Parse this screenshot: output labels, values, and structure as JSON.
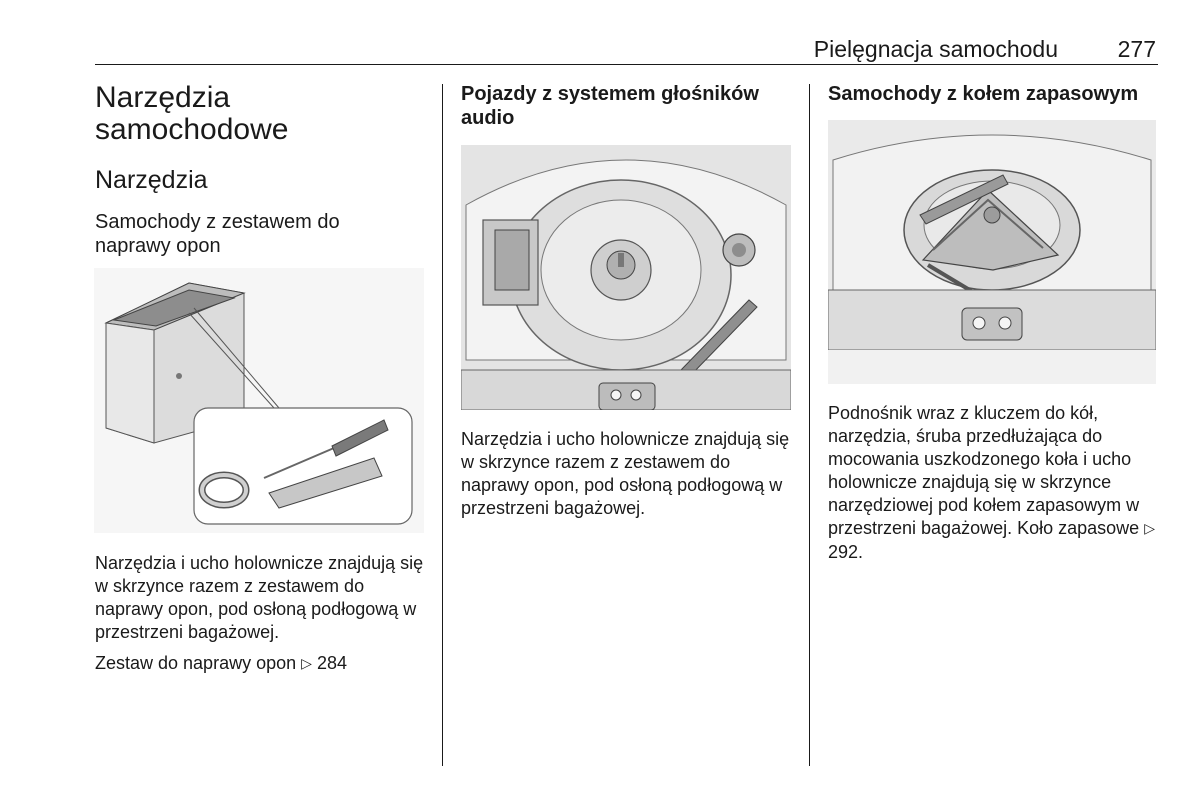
{
  "header": {
    "section_title": "Pielęgnacja samochodu",
    "page_number": "277"
  },
  "col1": {
    "title": "Narzędzia samochodowe",
    "subtitle": "Narzędzia",
    "subsection": "Samochody z zestawem do naprawy opon",
    "body": "Narzędzia i ucho holownicze znajdują się w skrzynce razem z zestawem do naprawy opon, pod osłoną podłogową w przestrzeni bagażowej.",
    "ref_text": "Zestaw do naprawy opon",
    "ref_page": "284"
  },
  "col2": {
    "heading": "Pojazdy z systemem głośników audio",
    "body": "Narzędzia i ucho holownicze znajdują się w skrzynce razem z zestawem do naprawy opon, pod osłoną podłogową w przestrzeni bagażowej."
  },
  "col3": {
    "heading": "Samochody z kołem zapasowym",
    "body": "Podnośnik wraz z kluczem do kół, narzędzia, śruba przedłużająca do mocowania uszkodzonego koła i ucho holownicze znajdują się w skrzynce narzędziowej pod kołem zapasowym w przestrzeni bagażowej. Koło zapasowe",
    "ref_page": "292"
  },
  "icons": {
    "ref_arrow": "reference-arrow-icon"
  }
}
